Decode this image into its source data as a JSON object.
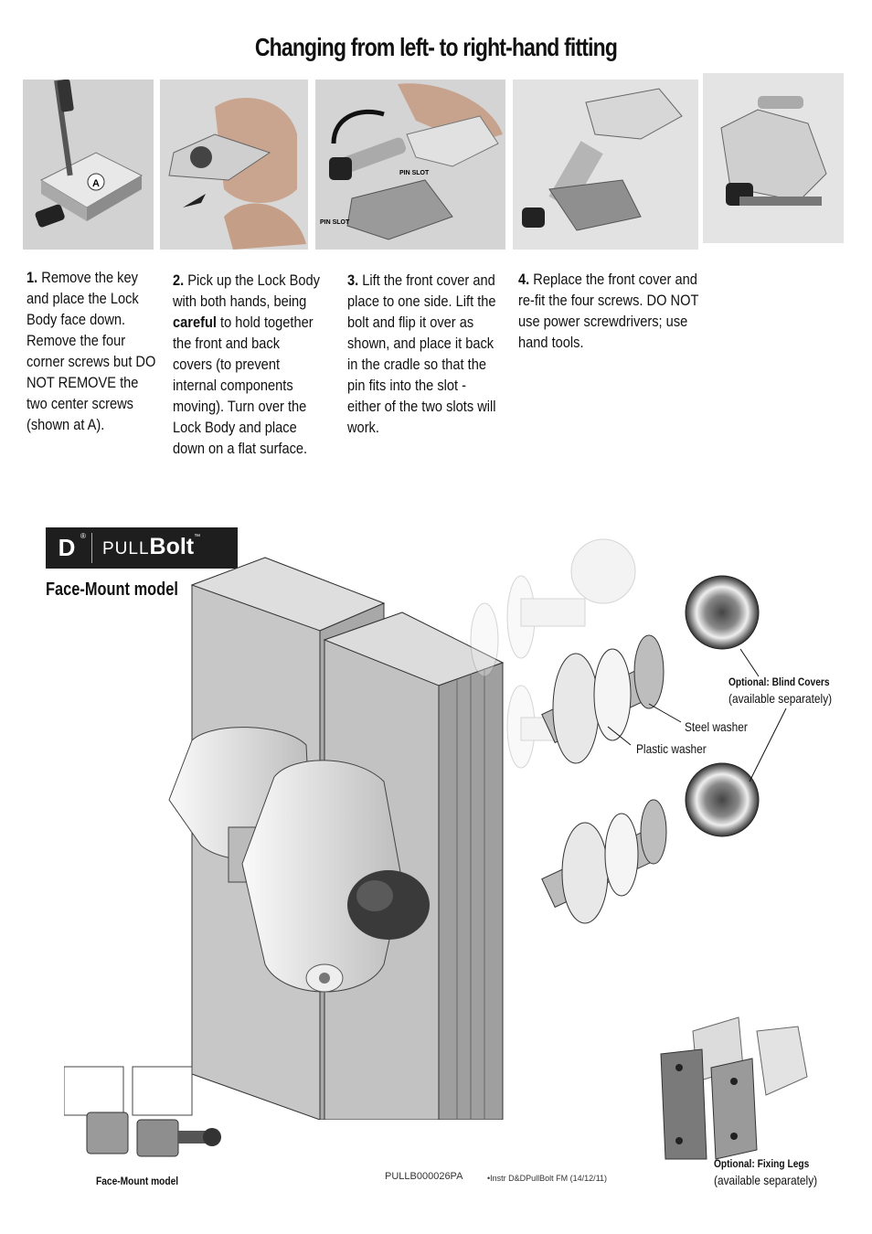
{
  "title": "Changing from left- to right-hand fitting",
  "photos": {
    "p1_marker": "A",
    "p3_pin_slot_top": "PIN SLOT",
    "p3_pin_slot_bottom": "PIN SLOT"
  },
  "steps": [
    {
      "num": "1.",
      "text": "Remove the key and place the Lock Body face down. Remove the four corner screws but DO NOT REMOVE the two center screws (shown at A)."
    },
    {
      "num": "2.",
      "text_before": "Pick up the Lock Body with both hands, being ",
      "emph": "careful",
      "text_after": " to hold together the front and back covers (to prevent internal components moving). Turn over the Lock Body and place down on a flat surface."
    },
    {
      "num": "3.",
      "text": "Lift the front cover and place to one side. Lift the bolt and flip it over as shown, and place it back in the cradle so that the pin fits into the slot - either of the two slots will work."
    },
    {
      "num": "4.",
      "text": "Replace the front cover and re-fit the four screws. DO NOT use power screwdrivers; use hand tools."
    }
  ],
  "brand": {
    "logo_letters": "D",
    "pull": "PULL",
    "bolt": "Bolt",
    "tm": "™",
    "reg": "®"
  },
  "model_heading": "Face-Mount model",
  "callouts": {
    "blind_covers_title": "Optional: Blind Covers",
    "blind_covers_sub": "(available separately)",
    "steel_washer": "Steel washer",
    "plastic_washer": "Plastic washer",
    "fixing_legs_title": "Optional: Fixing Legs",
    "fixing_legs_sub": "(available separately)"
  },
  "thumb_caption": "Face-Mount model",
  "footer": {
    "code": "PULLB000026PA",
    "ref": "•Instr D&DPullBolt FM (14/12/11)"
  },
  "colors": {
    "accent": "#1a1a1a",
    "metal": "#bdbdbd",
    "photo_bg": "#d6d6d6"
  }
}
